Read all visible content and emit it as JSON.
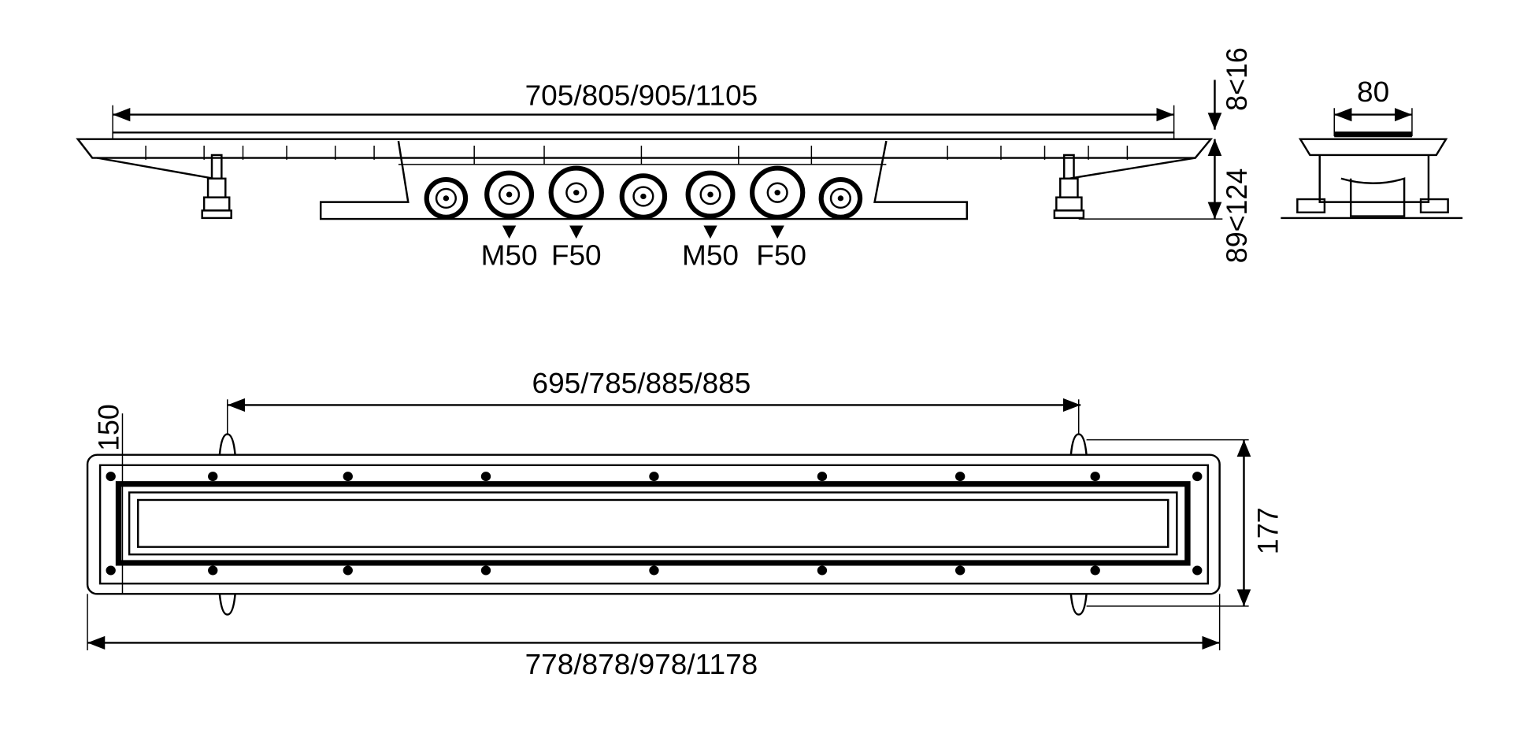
{
  "side_view": {
    "length_dimension": "705/805/905/1105",
    "outlet_labels": [
      "M50",
      "F50",
      "M50",
      "F50"
    ],
    "grate_height_dimension": "8<16",
    "body_height_dimension": "89<124"
  },
  "end_view": {
    "width_dimension": "80"
  },
  "top_view": {
    "anchor_spacing_dimension": "695/785/885/885",
    "overall_length_dimension": "778/878/978/1178",
    "inner_width_dimension": "150",
    "overall_width_dimension": "177"
  },
  "colors": {
    "line": "#000000",
    "background": "#ffffff"
  }
}
